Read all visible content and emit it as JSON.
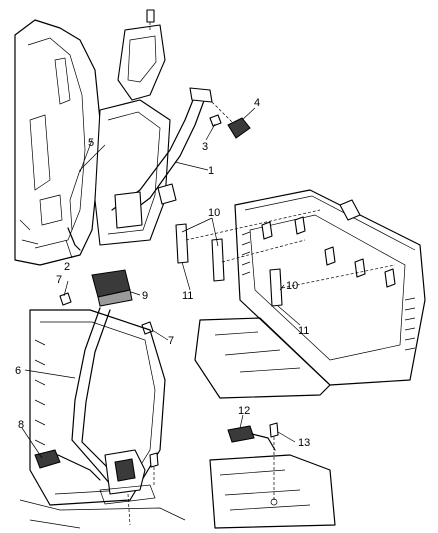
{
  "callouts": [
    {
      "id": "c1",
      "text": "1"
    },
    {
      "id": "c2",
      "text": "2"
    },
    {
      "id": "c3",
      "text": "3"
    },
    {
      "id": "c4",
      "text": "4"
    },
    {
      "id": "c5",
      "text": "5"
    },
    {
      "id": "c6",
      "text": "6"
    },
    {
      "id": "c7a",
      "text": "7"
    },
    {
      "id": "c7b",
      "text": "7"
    },
    {
      "id": "c8",
      "text": "8"
    },
    {
      "id": "c9",
      "text": "9"
    },
    {
      "id": "c10a",
      "text": "10"
    },
    {
      "id": "c10b",
      "text": "10"
    },
    {
      "id": "c11a",
      "text": "11"
    },
    {
      "id": "c11b",
      "text": "11"
    },
    {
      "id": "c12",
      "text": "12"
    },
    {
      "id": "c13",
      "text": "13"
    }
  ]
}
